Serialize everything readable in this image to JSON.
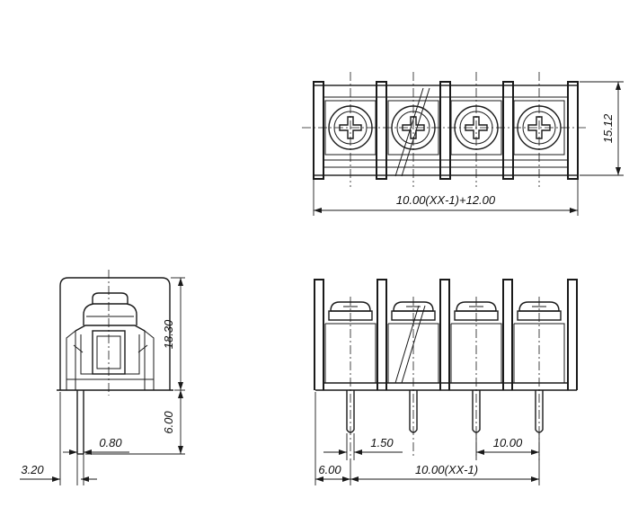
{
  "dimensions": {
    "top_width": "10.00(XX-1)+12.00",
    "top_height": "15.12",
    "side_height": "18.30",
    "side_pin_length": "6.00",
    "side_pin_width": "0.80",
    "side_pin_offset": "3.20",
    "front_pin_gap": "1.50",
    "front_pitch": "10.00",
    "front_end_offset": "6.00",
    "front_span": "10.00(XX-1)"
  }
}
